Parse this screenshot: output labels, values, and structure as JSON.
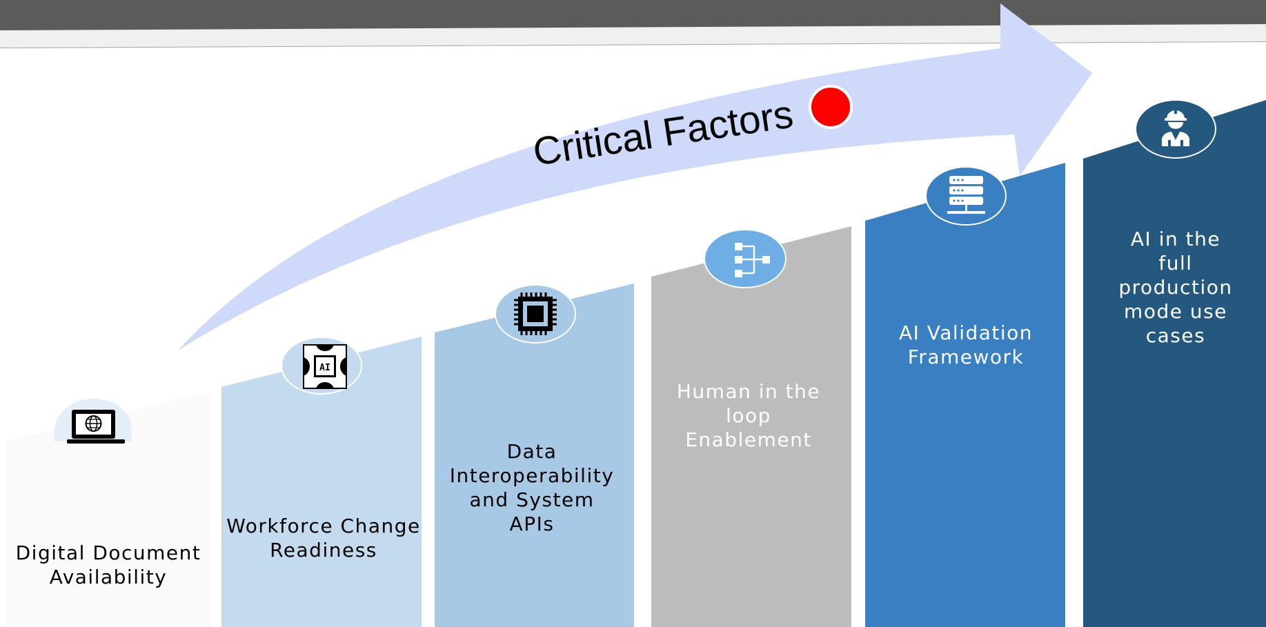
{
  "title": "Critical Factors",
  "colors": {
    "header_bar": "#5b5b5b",
    "arrow": "#cfd9f9",
    "red_dot": "#ff0000",
    "step1": "#fafafa",
    "step2": "#c4daef",
    "step3": "#a8c9e6",
    "step4": "#bcbcbc",
    "step5": "#3880c1",
    "step6": "#24587e"
  },
  "steps": [
    {
      "label": "Digital Document Availability",
      "lines": [
        "Digital Document",
        "Availability"
      ],
      "icon": "laptop-globe-icon"
    },
    {
      "label": "Workforce Change Readiness",
      "lines": [
        "Workforce Change",
        "Readiness"
      ],
      "icon": "ai-chip-icon"
    },
    {
      "label": "Data Interoperability and System APIs",
      "lines": [
        "Data",
        "Interoperability",
        "and System",
        "APIs"
      ],
      "icon": "processor-icon"
    },
    {
      "label": "Human in the loop Enablement",
      "lines": [
        "Human in the",
        "loop",
        "Enablement"
      ],
      "icon": "flowchart-icon"
    },
    {
      "label": "AI Validation Framework",
      "lines": [
        "AI Validation",
        "Framework"
      ],
      "icon": "server-icon"
    },
    {
      "label": "AI in the full production mode use cases",
      "lines": [
        "AI in the full",
        "production",
        "mode use",
        "cases"
      ],
      "icon": "engineer-icon"
    }
  ]
}
